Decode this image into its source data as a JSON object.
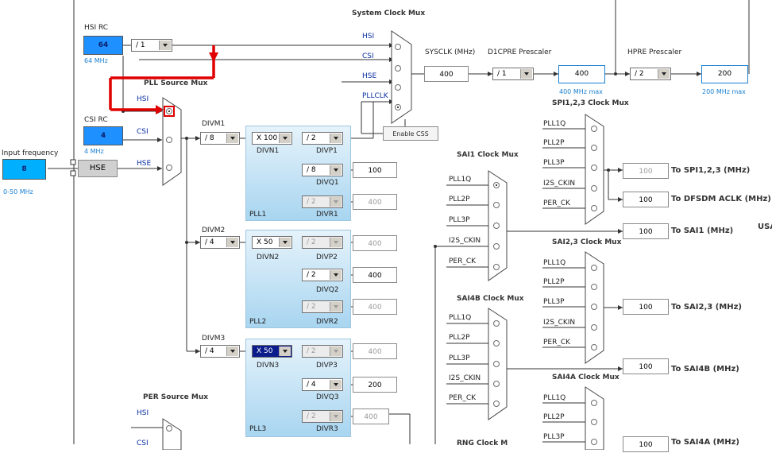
{
  "titles": {
    "system_clock_mux": "System Clock Mux",
    "pll_source_mux": "PLL Source Mux",
    "per_source_mux": "PER Source Mux",
    "spi123_clock_mux": "SPI1,2,3 Clock Mux",
    "sai1_clock_mux": "SAI1 Clock Mux",
    "sai23_clock_mux": "SAI2,3 Clock Mux",
    "sai4b_clock_mux": "SAI4B Clock Mux",
    "sai4a_clock_mux": "SAI4A Clock Mux",
    "rng_clock_mux": "RNG Clock M",
    "sysclk": "SYSCLK (MHz)",
    "d1cpre": "D1CPRE Prescaler",
    "hpre": "HPRE Prescaler"
  },
  "input": {
    "label": "Input frequency",
    "value": "8",
    "range": "0-50 MHz",
    "hse_label": "HSE"
  },
  "hsi_rc": {
    "label": "HSI RC",
    "value": "64",
    "freq": "64 MHz",
    "divider": "/ 1"
  },
  "csi_rc": {
    "label": "CSI RC",
    "value": "4",
    "freq": "4 MHz"
  },
  "signals": {
    "hsi": "HSI",
    "csi": "CSI",
    "hse": "HSE",
    "pllclk": "PLLCLK"
  },
  "sysclk_value": "400",
  "d1cpre_value": "/ 1",
  "d1_out": {
    "value": "400",
    "max": "400 MHz max"
  },
  "hpre_value": "/ 2",
  "hpre_out": {
    "value": "200",
    "max": "200 MHz max"
  },
  "enable_css": "Enable CSS",
  "pll1": {
    "name": "PLL1",
    "divm_label": "DIVM1",
    "divm": "/ 8",
    "divn_label": "DIVN1",
    "divn": "X 100",
    "divp_label": "DIVP1",
    "divp": "/ 2",
    "divq_label": "DIVQ1",
    "divq": "/ 8",
    "q_out": "100",
    "divr_label": "DIVR1",
    "divr": "/ 2",
    "r_out": "400"
  },
  "pll2": {
    "name": "PLL2",
    "divm_label": "DIVM2",
    "divm": "/ 4",
    "divn_label": "DIVN2",
    "divn": "X 50",
    "divp_label": "DIVP2",
    "divp": "/ 2",
    "p_out": "400",
    "divq_label": "DIVQ2",
    "divq": "/ 2",
    "q_out": "400",
    "divr_label": "DIVR2",
    "divr": "/ 2",
    "r_out": "400"
  },
  "pll3": {
    "name": "PLL3",
    "divm_label": "DIVM3",
    "divm": "/ 4",
    "divn_label": "DIVN3",
    "divn": "X 50",
    "divp_label": "DIVP3",
    "divp": "/ 2",
    "p_out": "400",
    "divq_label": "DIVQ3",
    "divq": "/ 4",
    "q_out": "200",
    "divr_label": "DIVR3",
    "divr": "/ 2",
    "r_out": "400"
  },
  "mux_inputs": {
    "pll1q": "PLL1Q",
    "pll2p": "PLL2P",
    "pll3p": "PLL3P",
    "i2s_ckin": "I2S_CKIN",
    "per_ck": "PER_CK"
  },
  "outputs": {
    "spi123": {
      "value": "100",
      "label": "To SPI1,2,3 (MHz)"
    },
    "dfsdm": {
      "value": "100",
      "label": "To DFSDM ACLK (MHz)"
    },
    "sai1": {
      "value": "100",
      "label": "To SAI1 (MHz)"
    },
    "sai23": {
      "value": "100",
      "label": "To SAI2,3 (MHz)"
    },
    "sai4b": {
      "value": "100",
      "label": "To SAI4B (MHz)"
    },
    "sai4a": {
      "value": "100",
      "label": "To SAI4A (MHz)"
    }
  },
  "usart_partial": "USA",
  "per_src": {
    "hsi": "HSI",
    "csi": "CSI"
  }
}
